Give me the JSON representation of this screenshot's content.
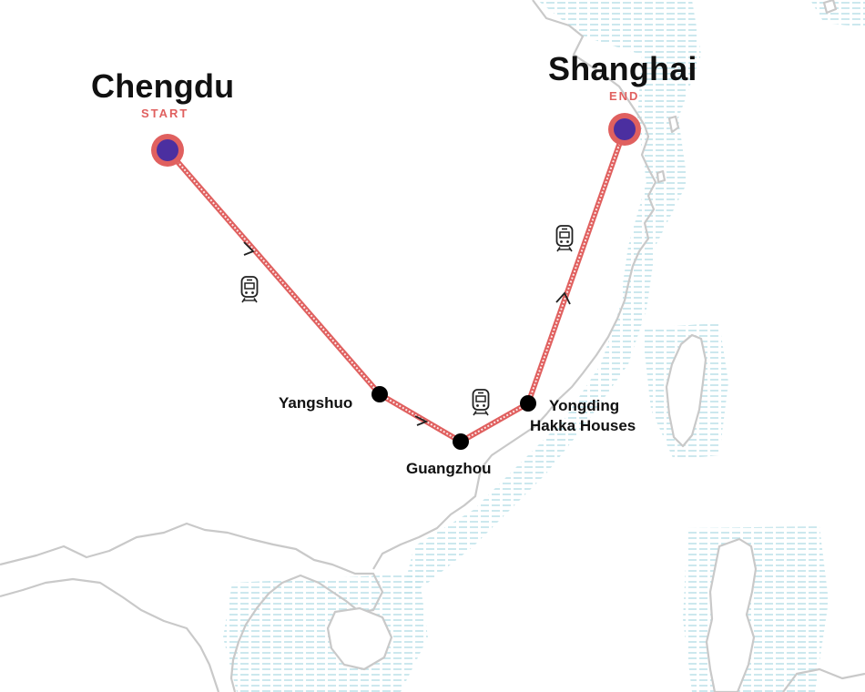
{
  "colors": {
    "route": "#e0605f",
    "endpoint_fill": "#4b2fa0",
    "land_outline": "#c9c9c9",
    "sea_hatch": "#bfe3ea",
    "stop_dot": "#000000",
    "tag_text": "#e0605f"
  },
  "start": {
    "name": "Chengdu",
    "tag": "START"
  },
  "end": {
    "name": "Shanghai",
    "tag": "END"
  },
  "stops": [
    {
      "name": "Yangshuo"
    },
    {
      "name": "Guangzhou"
    },
    {
      "name": "Yongding",
      "line2": "Hakka Houses"
    }
  ],
  "transport_icons": [
    "train-icon",
    "train-icon",
    "train-icon"
  ]
}
